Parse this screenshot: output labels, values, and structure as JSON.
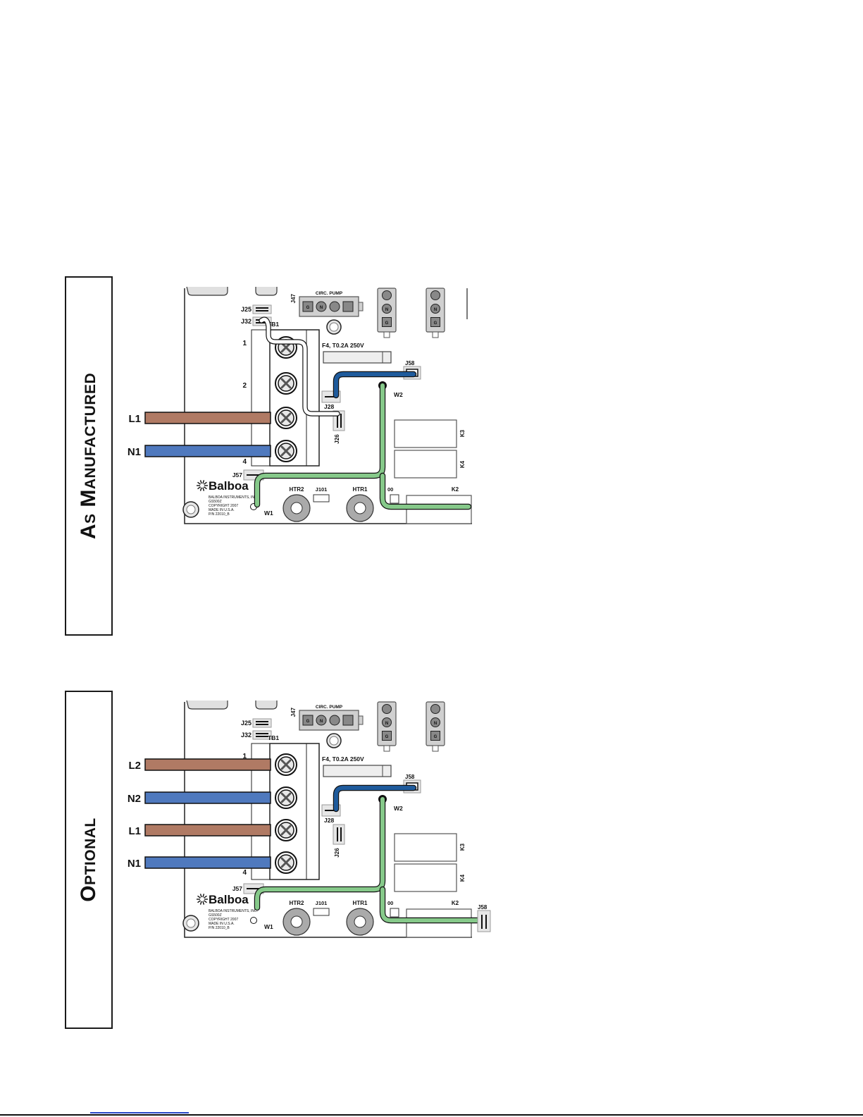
{
  "sections": [
    {
      "id": "as-manufactured",
      "label": "As Manufactured",
      "lines": [
        "L1",
        "N1"
      ]
    },
    {
      "id": "optional",
      "label": "Optional",
      "lines": [
        "L2",
        "N2",
        "L1",
        "N1"
      ]
    }
  ],
  "board": {
    "brand": "Balboa",
    "info_lines": [
      "BALBOA INSTRUMENTS, INC.",
      "GS500Z",
      "COPYRIGHT 2007",
      "MADE IN U.S.A.",
      "P/N 22010_B"
    ],
    "terminal_block": "TB1",
    "term_1": "1",
    "term_2": "2",
    "term_4": "4",
    "fuse": "F4, T0.2A 250V",
    "circ_pump": "CIRC. PUMP",
    "circ_pins": [
      "G",
      "N",
      "",
      ""
    ],
    "conn_pins": [
      "",
      "N",
      "G"
    ],
    "j47": "J47",
    "j25": "J25",
    "j32": "J32",
    "j58": "J58",
    "j28": "J28",
    "j26": "J26",
    "j57": "J57",
    "j101": "J101",
    "w1": "W1",
    "w2": "W2",
    "htr1": "HTR1",
    "htr2": "HTR2",
    "k2": "K2",
    "k3": "K3",
    "k4": "K4",
    "j00": "00",
    "j58_partial": "J58"
  },
  "colors": {
    "brown": "#b07a64",
    "blue": "#4f79be",
    "green": "#86c98a",
    "navy": "#1f5b9c"
  }
}
